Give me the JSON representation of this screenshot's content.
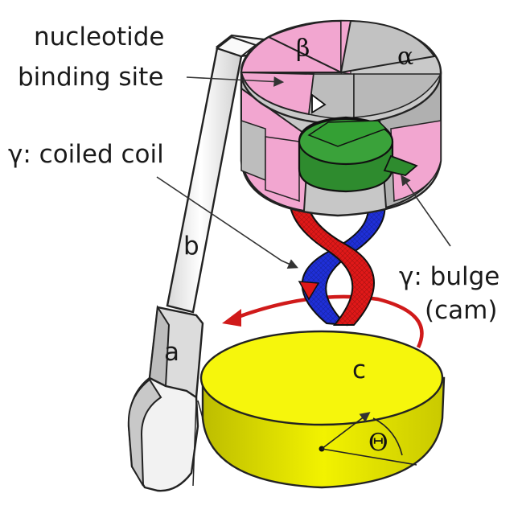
{
  "labels": {
    "nucleotide_line1": "nucleotide",
    "nucleotide_line2": "binding site",
    "gamma_coiled_coil": "γ: coiled coil",
    "gamma_bulge_line1": "γ: bulge",
    "gamma_bulge_line2": "(cam)",
    "subunit_beta": "β",
    "subunit_alpha": "α",
    "part_a": "a",
    "part_b": "b",
    "part_c": "c",
    "angle_theta": "Θ"
  },
  "colors": {
    "beta_pink": "#f2a6d0",
    "alpha_gray": "#bdbdbd",
    "gamma_green": "#2e8b2e",
    "helix_red": "#e01818",
    "helix_blue": "#1f2fd8",
    "c_ring_yellow": "#f4f40a",
    "rotation_arrow": "#d01a1a",
    "stator_white": "#eeeeee"
  },
  "icons": {
    "rotation": "curved-arrow-icon",
    "theta": "angle-arc-icon"
  }
}
